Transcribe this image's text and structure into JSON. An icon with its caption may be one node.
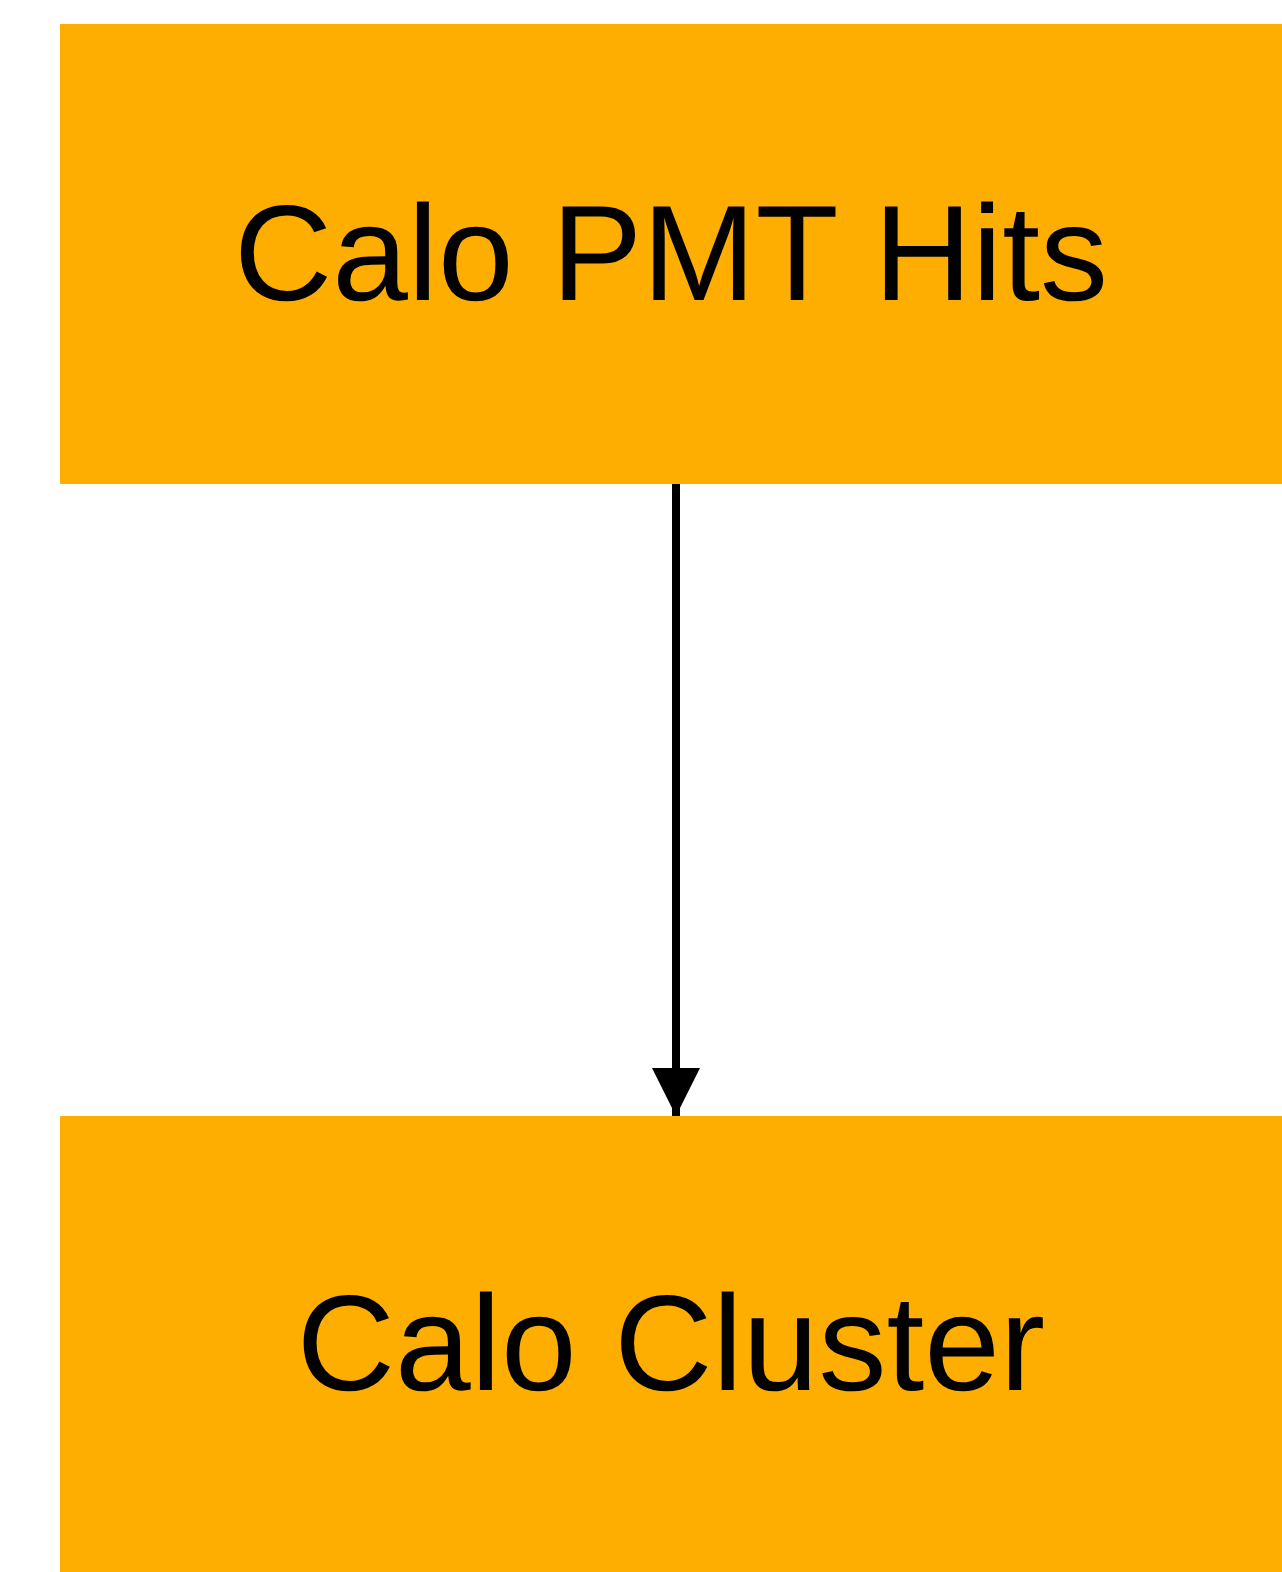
{
  "diagram": {
    "nodes": [
      {
        "text": [
          "Calo PMT Hits"
        ]
      },
      {
        "text": [
          "Calo Cluster"
        ]
      }
    ],
    "edges": [
      {
        "from": 0,
        "to": 1,
        "arrow": "to"
      }
    ]
  }
}
